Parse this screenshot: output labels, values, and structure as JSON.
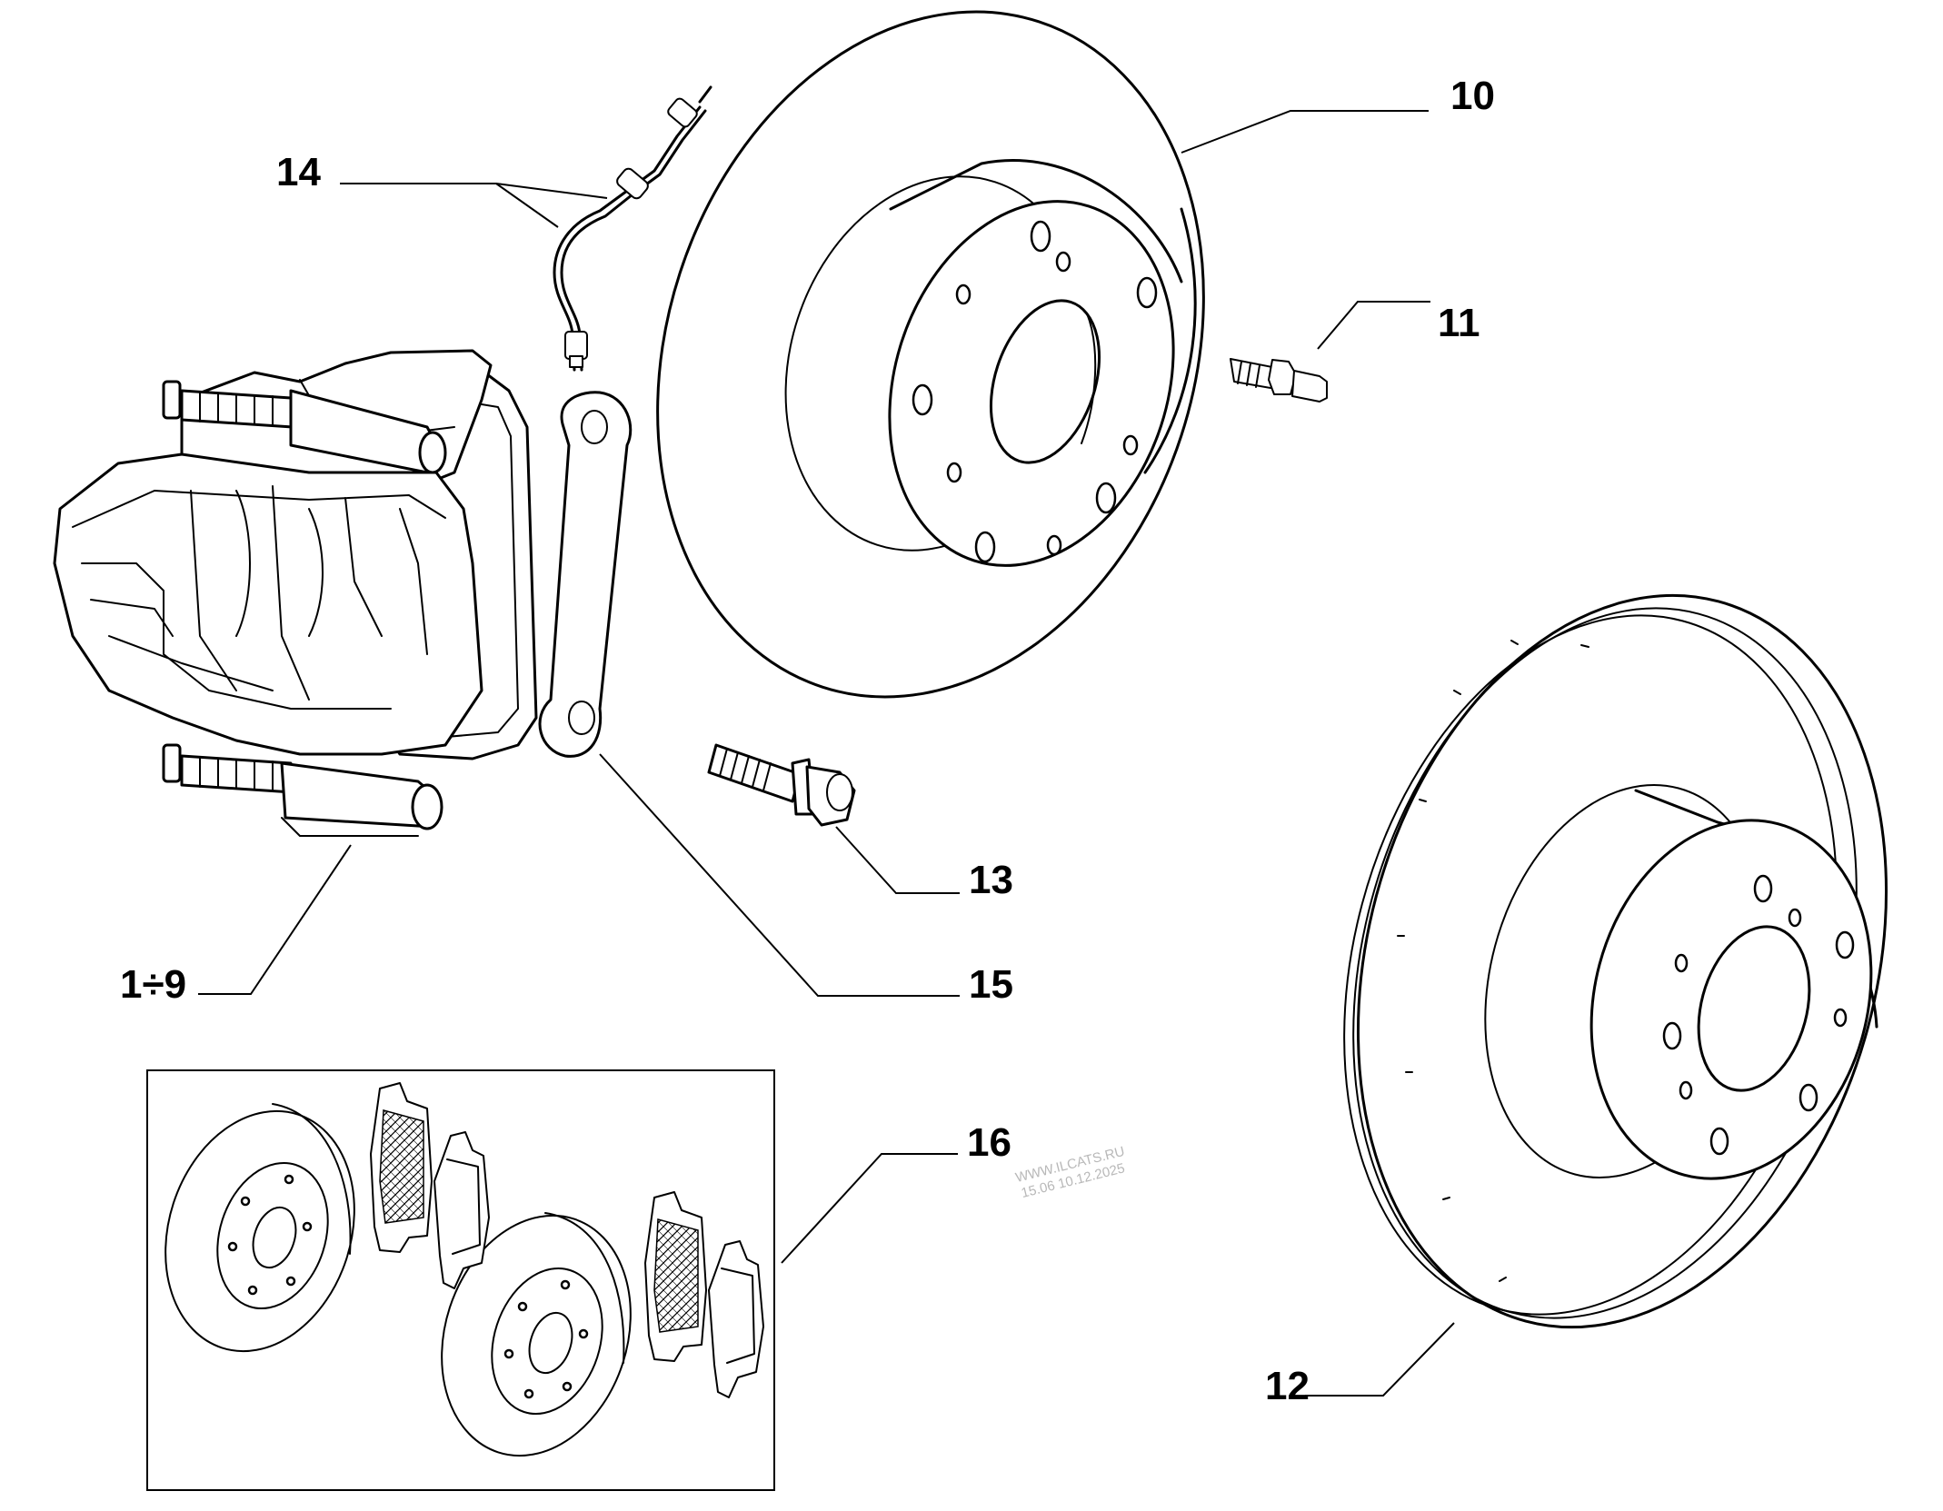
{
  "callouts": {
    "c10": "10",
    "c11": "11",
    "c12": "12",
    "c13": "13",
    "c14": "14",
    "c15": "15",
    "c16": "16",
    "c1_9": "1÷9"
  },
  "watermark": {
    "line1": "WWW.ILCATS.RU",
    "line2": "15.06 10.12.2025"
  }
}
